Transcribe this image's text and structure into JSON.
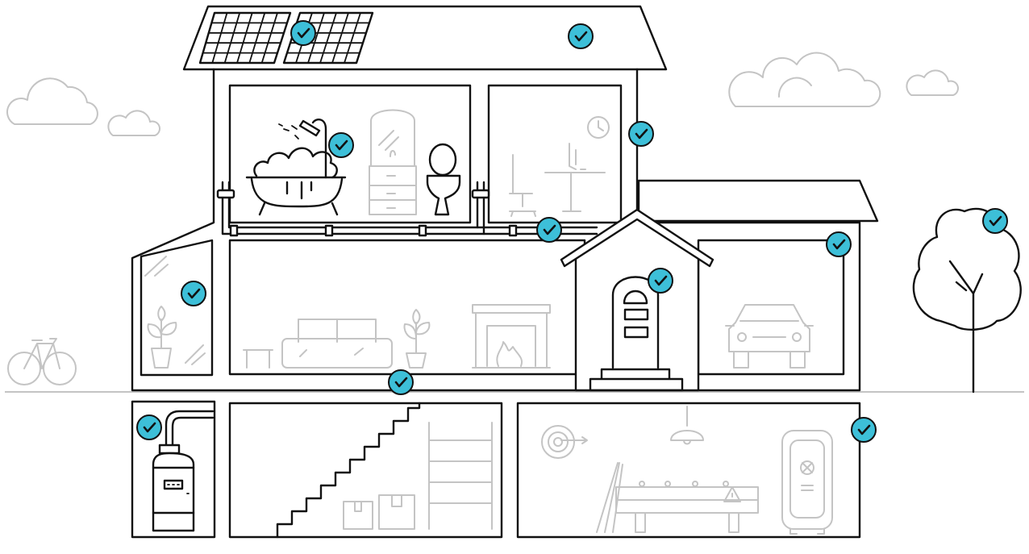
{
  "colors": {
    "badge_fill": "#3dbfd8",
    "outline": "#111111",
    "furniture": "#c4c4c4",
    "background": "#ffffff"
  },
  "icons": {
    "check_badge": "check-badge-icon"
  },
  "check_badges": [
    {
      "id": "solar-panels"
    },
    {
      "id": "roof"
    },
    {
      "id": "exterior-wall"
    },
    {
      "id": "bathroom"
    },
    {
      "id": "plumbing"
    },
    {
      "id": "garage"
    },
    {
      "id": "front-door"
    },
    {
      "id": "sunroom-window"
    },
    {
      "id": "ground-floor"
    },
    {
      "id": "garden-tree"
    },
    {
      "id": "water-heater"
    },
    {
      "id": "basement"
    }
  ]
}
